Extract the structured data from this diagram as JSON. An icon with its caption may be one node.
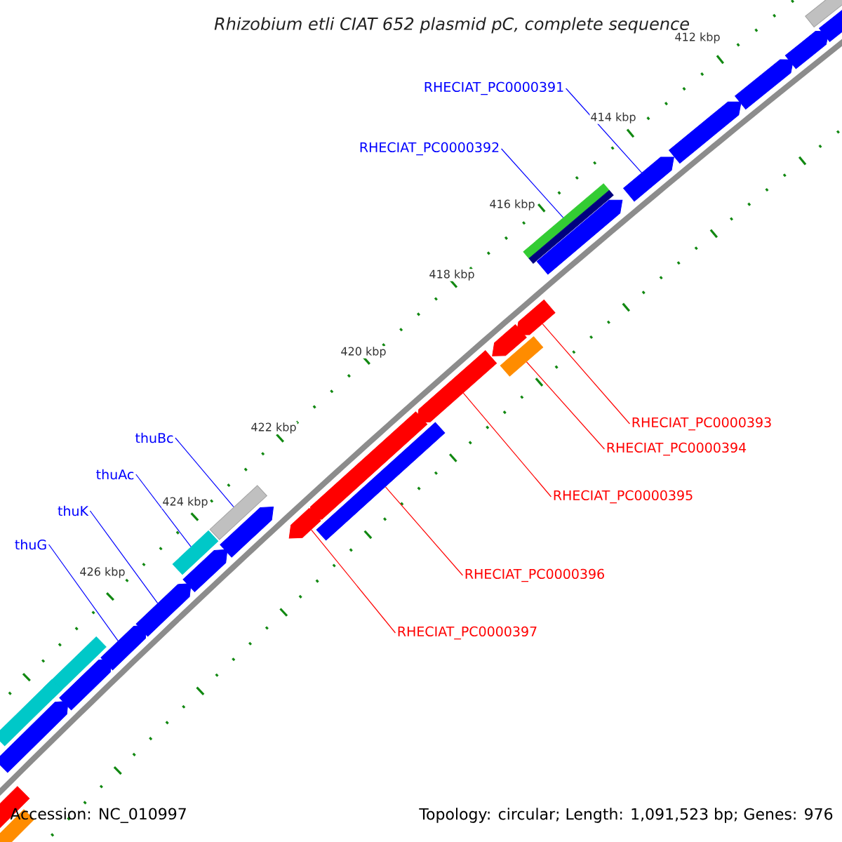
{
  "diagram": {
    "title": "Rhizobium etli CIAT 652 plasmid pC, complete sequence",
    "nodes": [
      {
        "text": [
          "RHECIAT_PC0000391"
        ]
      },
      {
        "text": [
          "RHECIAT_PC0000392"
        ]
      },
      {
        "text": [
          "RHECIAT_PC0000393"
        ]
      },
      {
        "text": [
          "RHECIAT_PC0000394"
        ]
      },
      {
        "text": [
          "thuBc"
        ]
      },
      {
        "text": [
          "RHECIAT_PC0000395"
        ]
      },
      {
        "text": [
          "thuAc"
        ]
      },
      {
        "text": [
          "thuK"
        ]
      },
      {
        "text": [
          "thuG"
        ]
      },
      {
        "text": [
          "RHECIAT_PC0000396"
        ]
      },
      {
        "text": [
          "RHECIAT_PC0000397"
        ]
      },
      {
        "text": [],
        "shape": "arrow"
      },
      {
        "text": [],
        "shape": "arrow"
      },
      {
        "text": [],
        "shape": "arrow"
      },
      {
        "text": [],
        "shape": "arrow"
      },
      {
        "text": [],
        "shape": "arrow"
      },
      {
        "text": [],
        "shape": "arrow"
      },
      {
        "text": [],
        "shape": "bar"
      },
      {
        "text": [],
        "shape": "bar"
      },
      {
        "text": [],
        "shape": "bar"
      },
      {
        "text": [],
        "shape": "arrow"
      },
      {
        "text": [],
        "shape": "bar"
      },
      {
        "text": [],
        "shape": "arrow"
      },
      {
        "text": [],
        "shape": "arrow"
      },
      {
        "text": [],
        "shape": "bar"
      },
      {
        "text": [],
        "shape": "arrow"
      },
      {
        "text": [],
        "shape": "arrow"
      },
      {
        "text": [],
        "shape": "bar"
      },
      {
        "text": [],
        "shape": "bar"
      },
      {
        "text": [],
        "shape": "arrow"
      },
      {
        "text": [],
        "shape": "arrow"
      },
      {
        "text": [],
        "shape": "arrow"
      },
      {
        "text": [],
        "shape": "arrow"
      },
      {
        "text": [],
        "shape": "bar"
      },
      {
        "text": [],
        "shape": "arrow"
      },
      {
        "text": [],
        "shape": "bar"
      },
      {
        "text": [],
        "shape": "arrow"
      },
      {
        "text": [],
        "shape": "arrow"
      },
      {
        "text": [],
        "shape": "bar"
      }
    ],
    "edges": [
      {
        "from": 0,
        "to": 15,
        "arrow": "none",
        "color": "#0000ff"
      },
      {
        "from": 1,
        "to": 18,
        "arrow": "none",
        "color": "#0000ff"
      },
      {
        "from": 2,
        "to": 20,
        "arrow": "none",
        "color": "#ff0000"
      },
      {
        "from": 3,
        "to": 21,
        "arrow": "none",
        "color": "#ff0000"
      },
      {
        "from": 4,
        "to": 24,
        "arrow": "none",
        "color": "#0000ff"
      },
      {
        "from": 5,
        "to": 23,
        "arrow": "none",
        "color": "#ff0000"
      },
      {
        "from": 6,
        "to": 28,
        "arrow": "none",
        "color": "#0000ff"
      },
      {
        "from": 7,
        "to": 31,
        "arrow": "none",
        "color": "#0000ff"
      },
      {
        "from": 8,
        "to": 32,
        "arrow": "none",
        "color": "#0000ff"
      },
      {
        "from": 9,
        "to": 27,
        "arrow": "none",
        "color": "#ff0000"
      },
      {
        "from": 10,
        "to": 30,
        "arrow": "none",
        "color": "#ff0000"
      }
    ],
    "labels": [
      "412 kbp",
      "414 kbp",
      "416 kbp",
      "418 kbp",
      "420 kbp",
      "422 kbp",
      "424 kbp",
      "426 kbp",
      "Accession: NC_010997",
      "Topology: circular; Length: 1,091,523 bp; Genes: 976"
    ]
  }
}
